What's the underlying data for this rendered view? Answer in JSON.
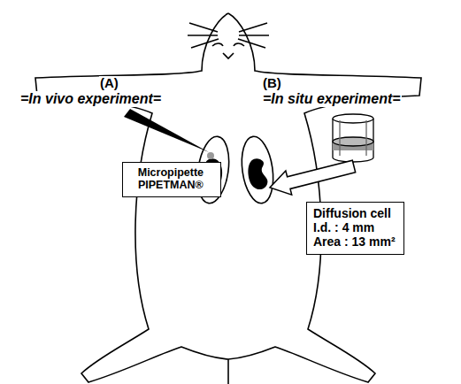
{
  "diagram": {
    "nodes": [
      {
        "text": [
          "Micropipette PIPETMAN®"
        ]
      },
      {
        "text": [
          "Diffusion cell",
          "I.d. : 4 mm",
          "Area : 13 mm²"
        ]
      }
    ],
    "labels": [
      "(A)",
      "=In vivo experiment=",
      "(B)",
      "=In situ experiment="
    ]
  }
}
